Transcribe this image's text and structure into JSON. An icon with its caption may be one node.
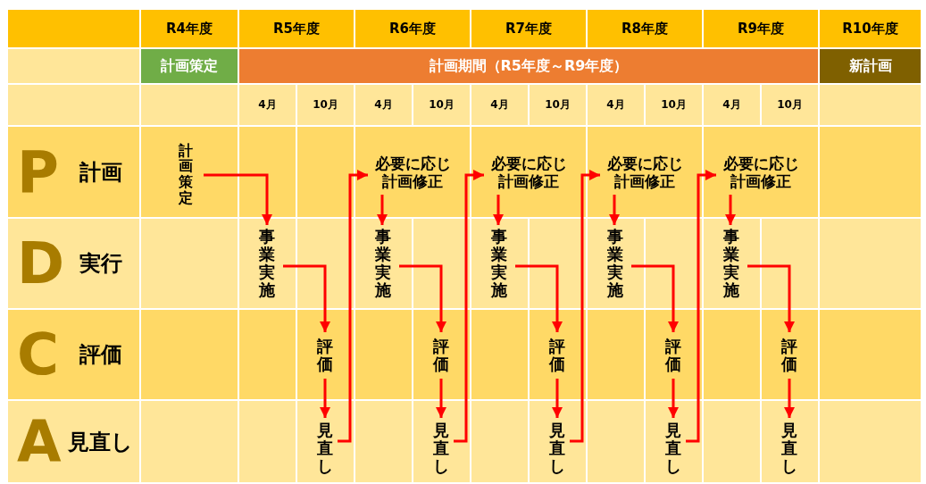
{
  "diagram": {
    "nodes": [
      {
        "text": [
          "計画策定"
        ]
      },
      {
        "text": [
          "必要に応じ計画修正"
        ]
      },
      {
        "text": [
          "必要に応じ計画修正"
        ]
      },
      {
        "text": [
          "必要に応じ計画修正"
        ]
      },
      {
        "text": [
          "必要に応じ計画修正"
        ]
      },
      {
        "text": [
          "事業実施"
        ]
      },
      {
        "text": [
          "事業実施"
        ]
      },
      {
        "text": [
          "事業実施"
        ]
      },
      {
        "text": [
          "事業実施"
        ]
      },
      {
        "text": [
          "事業実施"
        ]
      },
      {
        "text": [
          "評価"
        ]
      },
      {
        "text": [
          "評価"
        ]
      },
      {
        "text": [
          "評価"
        ]
      },
      {
        "text": [
          "評価"
        ]
      },
      {
        "text": [
          "評価"
        ]
      },
      {
        "text": [
          "見直し"
        ]
      },
      {
        "text": [
          "見直し"
        ]
      },
      {
        "text": [
          "見直し"
        ]
      },
      {
        "text": [
          "見直し"
        ]
      },
      {
        "text": [
          "見直し"
        ]
      }
    ],
    "edges": [
      {
        "from": 0,
        "to": 5,
        "arrow": "to"
      },
      {
        "from": 5,
        "to": 10,
        "arrow": "to"
      },
      {
        "from": 10,
        "to": 15,
        "arrow": "to"
      },
      {
        "from": 15,
        "to": 1,
        "arrow": "to"
      },
      {
        "from": 1,
        "to": 6,
        "arrow": "to"
      },
      {
        "from": 6,
        "to": 11,
        "arrow": "to"
      },
      {
        "from": 11,
        "to": 16,
        "arrow": "to"
      },
      {
        "from": 16,
        "to": 2,
        "arrow": "to"
      },
      {
        "from": 2,
        "to": 7,
        "arrow": "to"
      },
      {
        "from": 7,
        "to": 12,
        "arrow": "to"
      },
      {
        "from": 12,
        "to": 17,
        "arrow": "to"
      },
      {
        "from": 17,
        "to": 3,
        "arrow": "to"
      },
      {
        "from": 3,
        "to": 8,
        "arrow": "to"
      },
      {
        "from": 8,
        "to": 13,
        "arrow": "to"
      },
      {
        "from": 13,
        "to": 18,
        "arrow": "to"
      },
      {
        "from": 18,
        "to": 4,
        "arrow": "to"
      },
      {
        "from": 4,
        "to": 9,
        "arrow": "to"
      },
      {
        "from": 9,
        "to": 14,
        "arrow": "to"
      },
      {
        "from": 14,
        "to": 19,
        "arrow": "to"
      }
    ],
    "labels": [
      "R4年度",
      "R5年度",
      "R6年度",
      "R7年度",
      "R8年度",
      "R9年度",
      "R10年度",
      "計画策定",
      "計画期間（R5年度～R9年度）",
      "新計画",
      "4月",
      "10月",
      "4月",
      "10月",
      "4月",
      "10月",
      "4月",
      "10月",
      "4月",
      "10月",
      "P",
      "計画",
      "D",
      "実行",
      "C",
      "評価",
      "A",
      "見直し"
    ]
  }
}
